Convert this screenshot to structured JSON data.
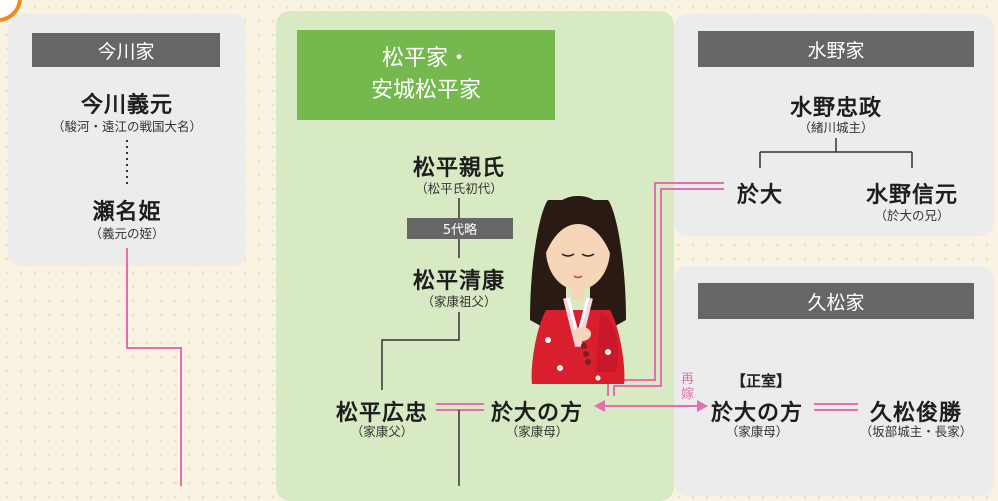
{
  "colors": {
    "background": "#f8f3e3",
    "gray_panel": "#ececec",
    "gray_header": "#666666",
    "green_panel": "#d8eac4",
    "green_header": "#74b84e",
    "marriage_line": "#e36fb0",
    "badge_orange": "#f08a24"
  },
  "imagawa": {
    "header": "今川家",
    "yoshimoto": {
      "name": "今川義元",
      "note": "（駿河・遠江の戦国大名）"
    },
    "sena": {
      "name": "瀬名姫",
      "note": "（義元の姪）"
    }
  },
  "matsudaira": {
    "header_line1": "松平家・",
    "header_line2": "安城松平家",
    "chikauji": {
      "name": "松平親氏",
      "note": "（松平氏初代）"
    },
    "omitted": "5代略",
    "kiyoyasu": {
      "name": "松平清康",
      "note": "（家康祖父）"
    },
    "hirotada": {
      "name": "松平広忠",
      "note": "（家康父）"
    },
    "odai": {
      "name": "於大の方",
      "note": "（家康母）"
    }
  },
  "mizuno": {
    "header": "水野家",
    "tadamasa": {
      "name": "水野忠政",
      "note": "（緒川城主）"
    },
    "odai": {
      "name": "於大"
    },
    "nobumoto": {
      "name": "水野信元",
      "note": "（於大の兄）"
    }
  },
  "hisamatsu": {
    "header": "久松家",
    "remarriage": "再\n嫁",
    "seishitsu": "【正室】",
    "odai": {
      "name": "於大の方",
      "note": "（家康母）"
    },
    "toshikatsu": {
      "name": "久松俊勝",
      "note": "（坂部城主・長家）"
    }
  },
  "illustration": {
    "icon": "woman-in-kimono-figure"
  }
}
